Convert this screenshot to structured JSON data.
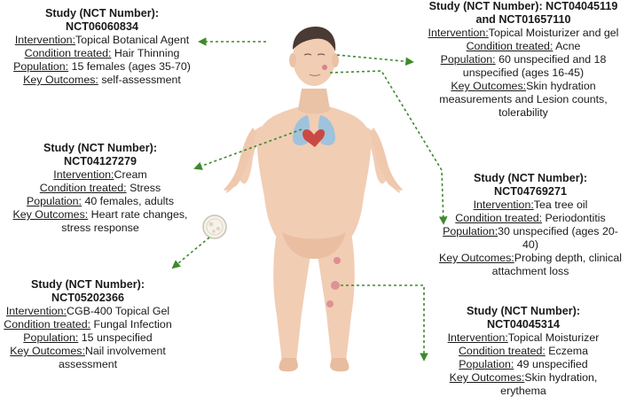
{
  "studies": [
    {
      "title": "Study (NCT Number): NCT06060834",
      "intervention_label": "Intervention:",
      "intervention": "Topical Botanical Agent",
      "condition_label": "Condition treated:",
      "condition": "Hair Thinning",
      "population_label": "Population:",
      "population": "15 females (ages 35-70)",
      "outcomes_label": "Key Outcomes:",
      "outcomes": "self-assessment"
    },
    {
      "title": "Study (NCT Number): NCT04045119 and NCT01657110",
      "intervention_label": "Intervention:",
      "intervention": "Topical Moisturizer and gel",
      "condition_label": "Condition treated:",
      "condition": "Acne",
      "population_label": "Population:",
      "population": "60 unspecified and 18 unspecified (ages 16-45)",
      "outcomes_label": "Key Outcomes:",
      "outcomes": "Skin hydration measurements and Lesion counts, tolerability"
    },
    {
      "title": "Study (NCT Number): NCT04127279",
      "intervention_label": "Intervention:",
      "intervention": "Cream",
      "condition_label": "Condition treated:",
      "condition": "Stress",
      "population_label": "Population:",
      "population": "40 females, adults",
      "outcomes_label": "Key Outcomes:",
      "outcomes": "Heart rate changes, stress response"
    },
    {
      "title": "Study (NCT Number): NCT04769271",
      "intervention_label": "Intervention:",
      "intervention": "Tea tree oil",
      "condition_label": "Condition treated:",
      "condition": "Periodontitis",
      "population_label": "Population:",
      "population": "30 unspecified (ages 20-40)",
      "outcomes_label": "Key Outcomes:",
      "outcomes": "Probing depth, clinical attachment loss"
    },
    {
      "title": "Study (NCT Number): NCT05202366",
      "intervention_label": "Intervention:",
      "intervention": "CGB-400 Topical Gel",
      "condition_label": "Condition treated:",
      "condition": "Fungal Infection",
      "population_label": "Population:",
      "population": "15 unspecified",
      "outcomes_label": "Key Outcomes:",
      "outcomes": "Nail involvement assessment"
    },
    {
      "title": "Study (NCT Number): NCT04045314",
      "intervention_label": "Intervention:",
      "intervention": "Topical Moisturizer",
      "condition_label": "Condition treated:",
      "condition": "Eczema",
      "population_label": "Population:",
      "population": "49 unspecified",
      "outcomes_label": "Key Outcomes:",
      "outcomes": "Skin hydration, erythema"
    }
  ],
  "colors": {
    "arrow": "#3e8a2c",
    "skin": "#f1cdb4",
    "skin_shade": "#e3b398",
    "hair": "#4a3a34",
    "lesion": "#d9828f",
    "lung": "#9fc3dc",
    "heart": "#c94a45"
  },
  "figure": {
    "name": "human-body-figure"
  }
}
